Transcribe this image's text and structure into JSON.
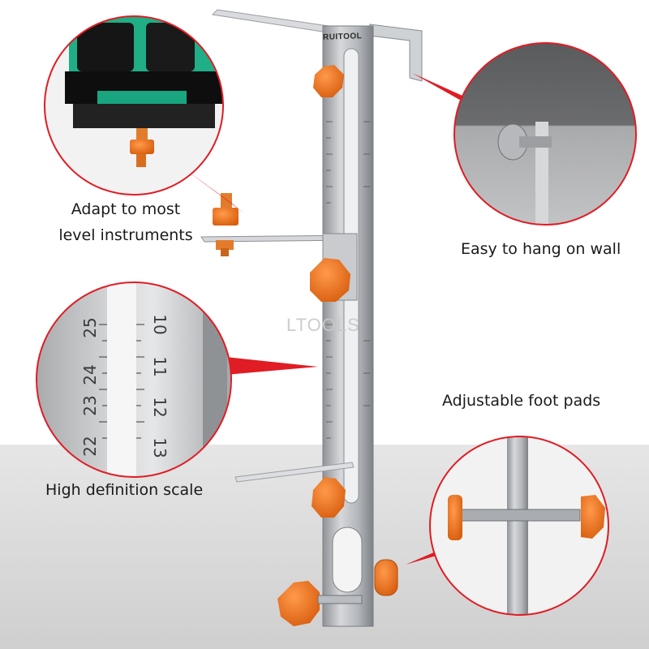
{
  "captions": {
    "level": [
      "Adapt to most",
      "level instruments"
    ],
    "wall": "Easy to hang on wall",
    "feet": "Adjustable foot pads",
    "scale": "High definition scale"
  },
  "branding": {
    "logo_text": "RUITOOL",
    "watermark": "LTOOLS"
  },
  "zoom_scale_numbers": {
    "left": [
      "25",
      "24",
      "23",
      "22"
    ],
    "right": [
      "10",
      "11",
      "12",
      "13"
    ]
  },
  "colors": {
    "orange_knob": "#f07a22",
    "rail_silver": "#b9bcc0",
    "laser_green": "#1fae86",
    "floor_grey": "#d9d9d9",
    "pointer_red": "#e01c24"
  }
}
